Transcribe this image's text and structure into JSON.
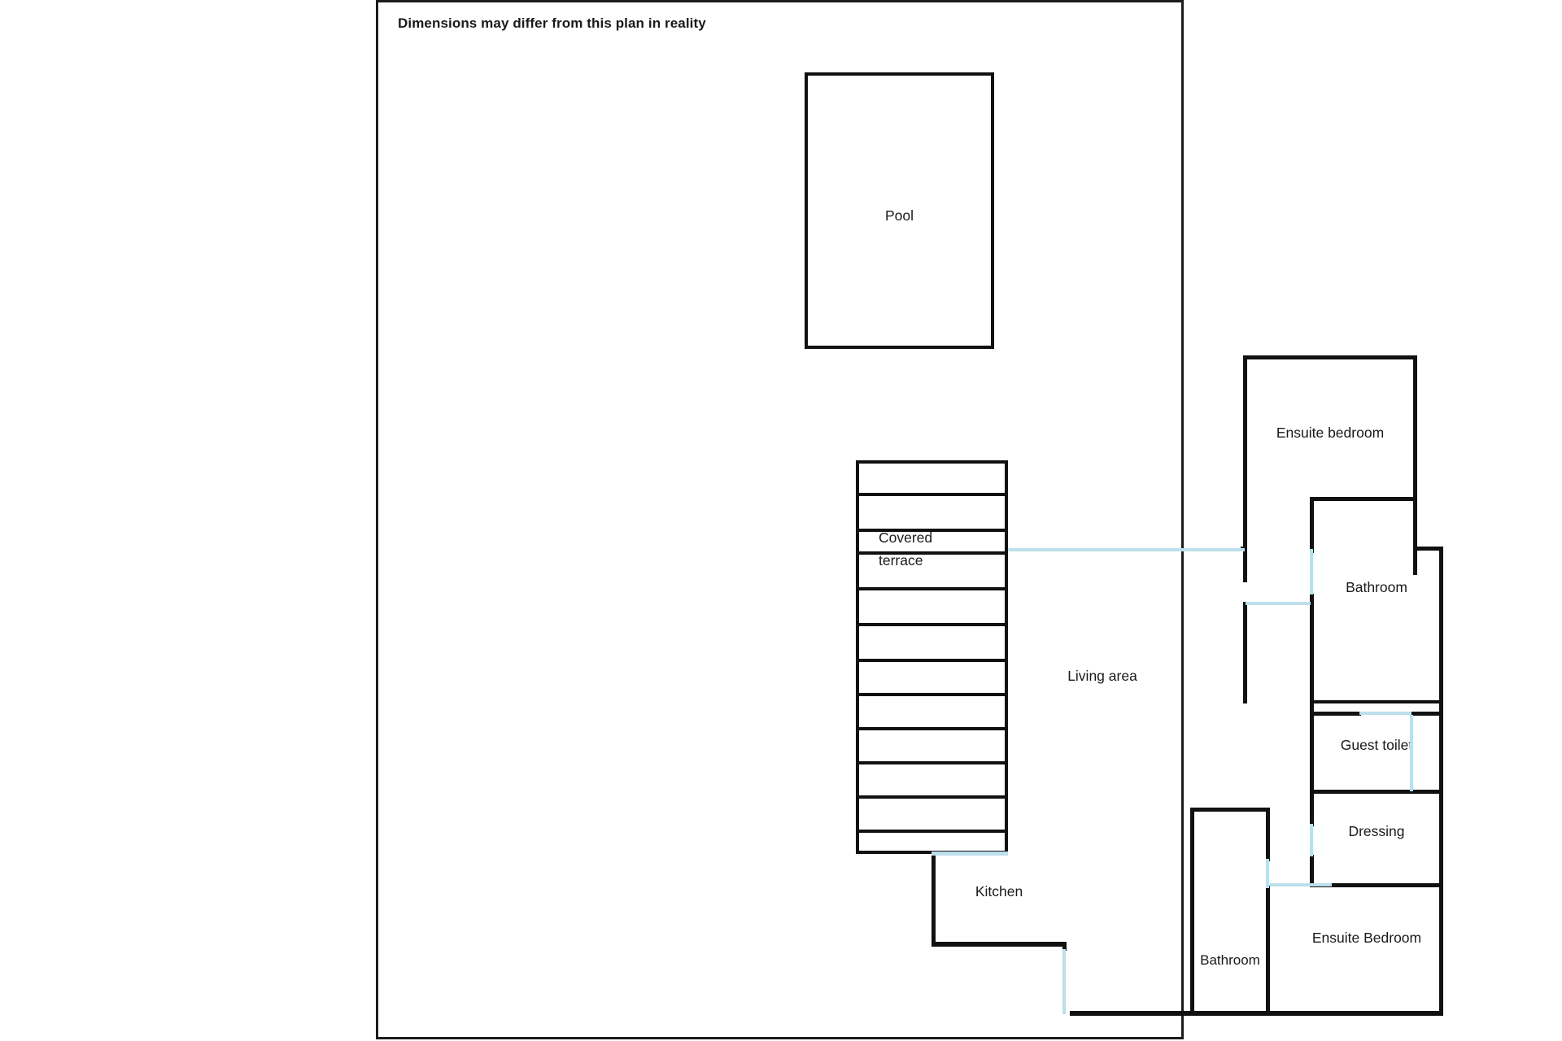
{
  "document": {
    "type": "floor-plan",
    "title": "Dimensions may differ from this plan in reality"
  },
  "colors": {
    "wall": "#111111",
    "door": "#bcdfeb",
    "sheet_border": "#1c1c1c",
    "background": "#ffffff",
    "text": "#1a1a1a"
  },
  "rooms": [
    {
      "name": "pool",
      "label": "Pool"
    },
    {
      "name": "covered-terrace",
      "label_line1": "Covered",
      "label_line2": "terrace",
      "stripe_count": 11
    },
    {
      "name": "living-area",
      "label": "Living area"
    },
    {
      "name": "ensuite-bedroom-upper",
      "label": "Ensuite bedroom"
    },
    {
      "name": "bathroom-upper",
      "label": "Bathroom"
    },
    {
      "name": "guest-toilet",
      "label": "Guest toilet"
    },
    {
      "name": "dressing",
      "label": "Dressing"
    },
    {
      "name": "ensuite-bedroom-lower",
      "label": "Ensuite Bedroom"
    },
    {
      "name": "bathroom-lower",
      "label": "Bathroom"
    },
    {
      "name": "kitchen",
      "label": "Kitchen"
    }
  ],
  "labels": {
    "pool": "Pool",
    "terrace_line1": "Covered",
    "terrace_line2": "terrace",
    "living_area": "Living area",
    "ensuite_bedroom_upper": "Ensuite bedroom",
    "bathroom_upper": "Bathroom",
    "guest_toilet": "Guest toilet",
    "dressing": "Dressing",
    "ensuite_bedroom_lower": "Ensuite Bedroom",
    "bathroom_lower": "Bathroom",
    "kitchen": "Kitchen"
  }
}
